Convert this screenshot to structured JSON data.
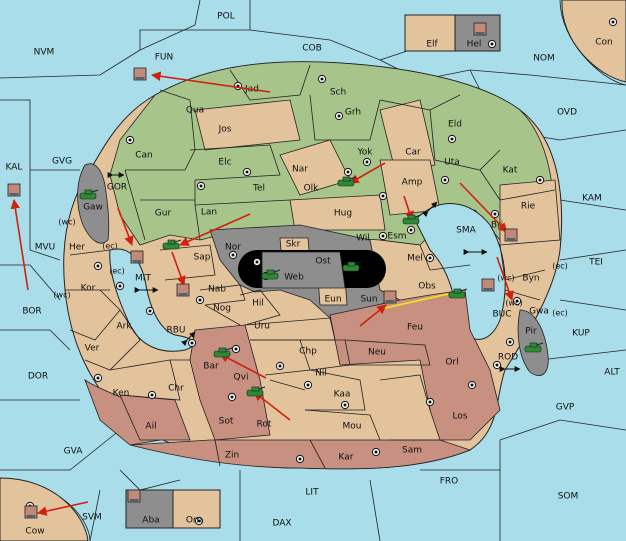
{
  "colors": {
    "sea": "#a8dde9",
    "green": "#a7c48b",
    "tan": "#e3c39b",
    "brown": "#c79080",
    "grey": "#8e8e8e",
    "black": "#000000",
    "army": "#2f8a2f",
    "fleet": "#55606e",
    "arrow": "#d02010",
    "support": "#f0e020"
  },
  "sea_zones": [
    {
      "id": "pol",
      "label": "POL"
    },
    {
      "id": "nvm",
      "label": "NVM"
    },
    {
      "id": "fun",
      "label": "FUN"
    },
    {
      "id": "cob",
      "label": "COB"
    },
    {
      "id": "nom",
      "label": "NOM"
    },
    {
      "id": "con",
      "label": "Con"
    },
    {
      "id": "ovd",
      "label": "OVD"
    },
    {
      "id": "kal",
      "label": "KAL"
    },
    {
      "id": "gvg",
      "label": "GVG"
    },
    {
      "id": "mvu",
      "label": "MVU"
    },
    {
      "id": "kam",
      "label": "KAM"
    },
    {
      "id": "sma",
      "label": "SMA"
    },
    {
      "id": "tei",
      "label": "TEI"
    },
    {
      "id": "gor",
      "label": "GOR"
    },
    {
      "id": "mit",
      "label": "MIT"
    },
    {
      "id": "bor",
      "label": "BOR"
    },
    {
      "id": "rbu",
      "label": "RBU"
    },
    {
      "id": "kup",
      "label": "KUP"
    },
    {
      "id": "buc",
      "label": "BUC"
    },
    {
      "id": "rod",
      "label": "ROD"
    },
    {
      "id": "dor",
      "label": "DOR"
    },
    {
      "id": "alt",
      "label": "ALT"
    },
    {
      "id": "gvp",
      "label": "GVP"
    },
    {
      "id": "gva",
      "label": "GVA"
    },
    {
      "id": "fro",
      "label": "FRO"
    },
    {
      "id": "lit",
      "label": "LIT"
    },
    {
      "id": "som",
      "label": "SOM"
    },
    {
      "id": "svm",
      "label": "SVM"
    },
    {
      "id": "dax",
      "label": "DAX"
    }
  ],
  "territories": [
    {
      "id": "jad",
      "label": "Jad"
    },
    {
      "id": "sch",
      "label": "Sch"
    },
    {
      "id": "qua",
      "label": "Qua"
    },
    {
      "id": "jos",
      "label": "Jos"
    },
    {
      "id": "grh",
      "label": "Grh"
    },
    {
      "id": "eld",
      "label": "Eld"
    },
    {
      "id": "can",
      "label": "Can"
    },
    {
      "id": "yok",
      "label": "Yok"
    },
    {
      "id": "car",
      "label": "Car"
    },
    {
      "id": "elc",
      "label": "Elc"
    },
    {
      "id": "nar",
      "label": "Nar"
    },
    {
      "id": "uta",
      "label": "Uta"
    },
    {
      "id": "kat",
      "label": "Kat"
    },
    {
      "id": "tel",
      "label": "Tel"
    },
    {
      "id": "olk",
      "label": "Olk"
    },
    {
      "id": "amp",
      "label": "Amp"
    },
    {
      "id": "gaw",
      "label": "Gaw"
    },
    {
      "id": "gur",
      "label": "Gur"
    },
    {
      "id": "lan",
      "label": "Lan"
    },
    {
      "id": "hug",
      "label": "Hug"
    },
    {
      "id": "bri",
      "label": "Bri"
    },
    {
      "id": "rie",
      "label": "Rie"
    },
    {
      "id": "esm",
      "label": "Esm"
    },
    {
      "id": "nor",
      "label": "Nor"
    },
    {
      "id": "skr",
      "label": "Skr"
    },
    {
      "id": "wil",
      "label": "Wil"
    },
    {
      "id": "her",
      "label": "Her"
    },
    {
      "id": "sap",
      "label": "Sap"
    },
    {
      "id": "ost",
      "label": "Ost"
    },
    {
      "id": "web",
      "label": "Web"
    },
    {
      "id": "mel",
      "label": "Mel"
    },
    {
      "id": "byn",
      "label": "Byn"
    },
    {
      "id": "kor",
      "label": "Kor"
    },
    {
      "id": "nab",
      "label": "Nab"
    },
    {
      "id": "obs",
      "label": "Obs"
    },
    {
      "id": "eun",
      "label": "Eun"
    },
    {
      "id": "sun",
      "label": "Sun"
    },
    {
      "id": "gwa",
      "label": "Gwa"
    },
    {
      "id": "hil",
      "label": "Hil"
    },
    {
      "id": "nog",
      "label": "Nog"
    },
    {
      "id": "ark",
      "label": "Ark"
    },
    {
      "id": "feu",
      "label": "Feu"
    },
    {
      "id": "pir",
      "label": "Pir"
    },
    {
      "id": "uru",
      "label": "Uru"
    },
    {
      "id": "ver",
      "label": "Ver"
    },
    {
      "id": "chp",
      "label": "Chp"
    },
    {
      "id": "neu",
      "label": "Neu"
    },
    {
      "id": "bar",
      "label": "Bar"
    },
    {
      "id": "qvi",
      "label": "Qvi"
    },
    {
      "id": "orl",
      "label": "Orl"
    },
    {
      "id": "nil",
      "label": "Nil"
    },
    {
      "id": "ken",
      "label": "Ken"
    },
    {
      "id": "chr",
      "label": "Chr"
    },
    {
      "id": "kaa",
      "label": "Kaa"
    },
    {
      "id": "los",
      "label": "Los"
    },
    {
      "id": "ail",
      "label": "Ail"
    },
    {
      "id": "sot",
      "label": "Sot"
    },
    {
      "id": "rot",
      "label": "Rot"
    },
    {
      "id": "mou",
      "label": "Mou"
    },
    {
      "id": "zin",
      "label": "Zin"
    },
    {
      "id": "kar",
      "label": "Kar"
    },
    {
      "id": "sam",
      "label": "Sam"
    },
    {
      "id": "elf",
      "label": "Elf"
    },
    {
      "id": "hel",
      "label": "Hel"
    },
    {
      "id": "aba",
      "label": "Aba"
    },
    {
      "id": "orn",
      "label": "Orn"
    },
    {
      "id": "cow",
      "label": "Cow"
    }
  ],
  "coast_labels": [
    {
      "id": "wc-gaw",
      "label": "(wc)"
    },
    {
      "id": "ec-her",
      "label": "(ec)"
    },
    {
      "id": "ec-kor",
      "label": "(ec)"
    },
    {
      "id": "wc-kor",
      "label": "(wc)"
    },
    {
      "id": "wc-byn",
      "label": "(wc)"
    },
    {
      "id": "ec-byn",
      "label": "(ec)"
    },
    {
      "id": "wc-gwa",
      "label": "(wc)"
    },
    {
      "id": "ec-gwa",
      "label": "(ec)"
    }
  ],
  "units": [
    {
      "type": "fleet",
      "at": "fun"
    },
    {
      "type": "fleet",
      "at": "kal"
    },
    {
      "type": "army",
      "at": "gaw"
    },
    {
      "type": "army",
      "at": "olk"
    },
    {
      "type": "army",
      "at": "esm"
    },
    {
      "type": "army",
      "at": "sap"
    },
    {
      "type": "fleet",
      "at": "mit"
    },
    {
      "type": "fleet",
      "at": "nab"
    },
    {
      "type": "army",
      "at": "ost"
    },
    {
      "type": "fleet",
      "at": "bri"
    },
    {
      "type": "army",
      "at": "web"
    },
    {
      "type": "fleet",
      "at": "sun"
    },
    {
      "type": "army",
      "at": "obs"
    },
    {
      "type": "fleet",
      "at": "buc"
    },
    {
      "type": "army",
      "at": "pir"
    },
    {
      "type": "army",
      "at": "bar"
    },
    {
      "type": "army",
      "at": "qvi"
    },
    {
      "type": "fleet",
      "at": "hel"
    },
    {
      "type": "fleet",
      "at": "aba"
    },
    {
      "type": "fleet",
      "at": "cow"
    }
  ]
}
